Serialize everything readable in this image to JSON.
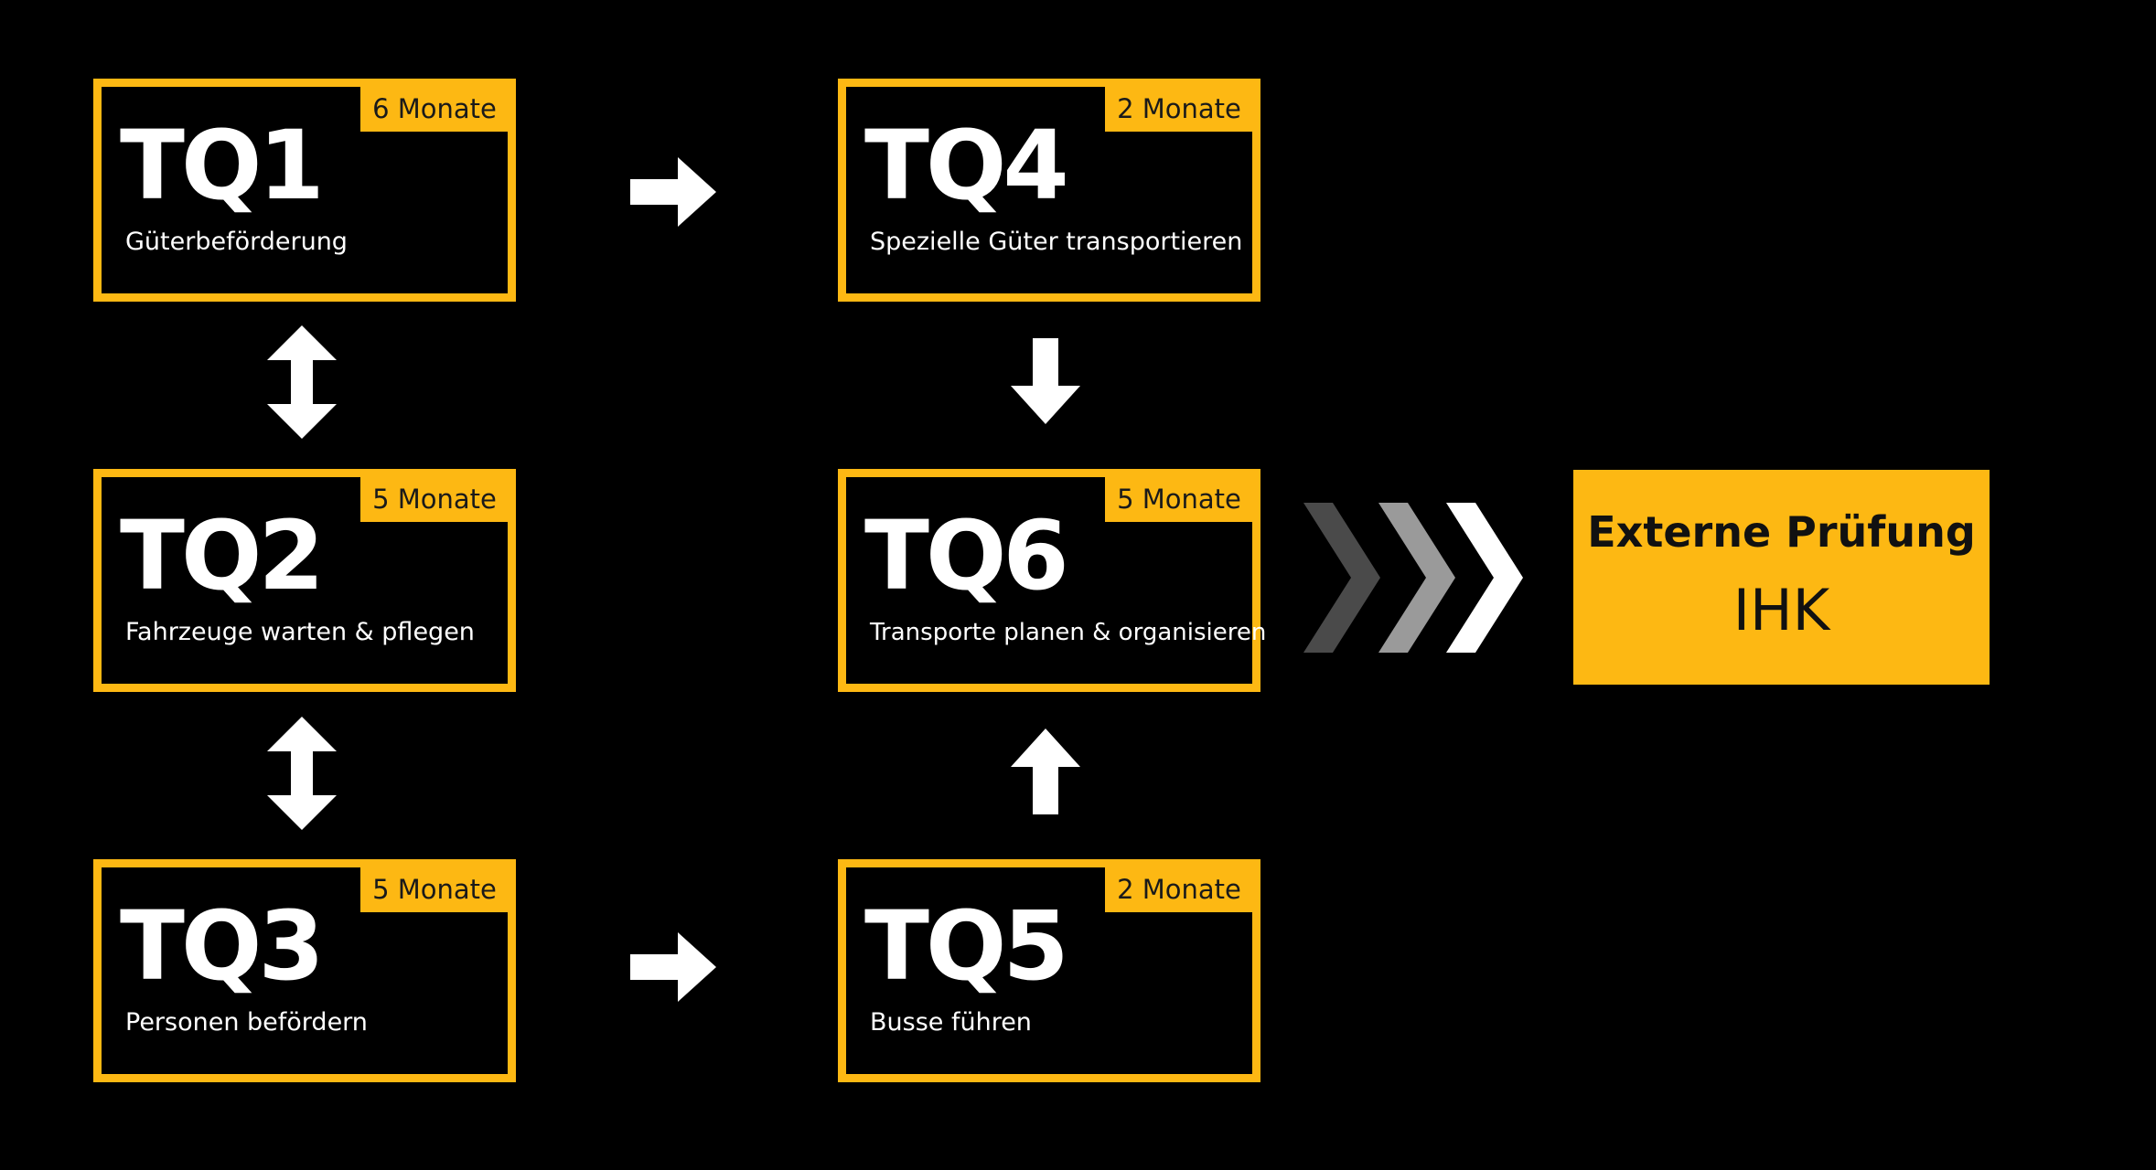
{
  "colors": {
    "background": "#000000",
    "accent": "#FDB813",
    "text_light": "#FFFFFF",
    "text_dark": "#111111",
    "chevron_dark": "#4a4a4a",
    "chevron_mid": "#9a9a9a",
    "chevron_light": "#ffffff"
  },
  "modules": [
    {
      "id": "TQ1",
      "duration": "6 Monate",
      "subtitle": "Güterbeförderung"
    },
    {
      "id": "TQ2",
      "duration": "5 Monate",
      "subtitle": "Fahrzeuge warten & pflegen"
    },
    {
      "id": "TQ3",
      "duration": "5 Monate",
      "subtitle": "Personen befördern"
    },
    {
      "id": "TQ4",
      "duration": "2 Monate",
      "subtitle": "Spezielle Güter transportieren"
    },
    {
      "id": "TQ5",
      "duration": "2 Monate",
      "subtitle": "Busse führen"
    },
    {
      "id": "TQ6",
      "duration": "5 Monate",
      "subtitle": "Transporte planen & organisieren"
    }
  ],
  "connectors": [
    {
      "from": "TQ1",
      "to": "TQ2",
      "type": "bidirectional",
      "icon": "double-arrow-vertical-icon"
    },
    {
      "from": "TQ2",
      "to": "TQ3",
      "type": "bidirectional",
      "icon": "double-arrow-vertical-icon"
    },
    {
      "from": "TQ1",
      "to": "TQ4",
      "type": "right",
      "icon": "arrow-right-icon"
    },
    {
      "from": "TQ3",
      "to": "TQ5",
      "type": "right",
      "icon": "arrow-right-icon"
    },
    {
      "from": "TQ4",
      "to": "TQ6",
      "type": "down",
      "icon": "arrow-down-icon"
    },
    {
      "from": "TQ5",
      "to": "TQ6",
      "type": "up",
      "icon": "arrow-up-icon"
    },
    {
      "from": "TQ6",
      "to": "exam",
      "type": "chevrons",
      "icon": "triple-chevron-icon"
    }
  ],
  "exam": {
    "title": "Externe Prüfung",
    "subtitle": "IHK"
  }
}
